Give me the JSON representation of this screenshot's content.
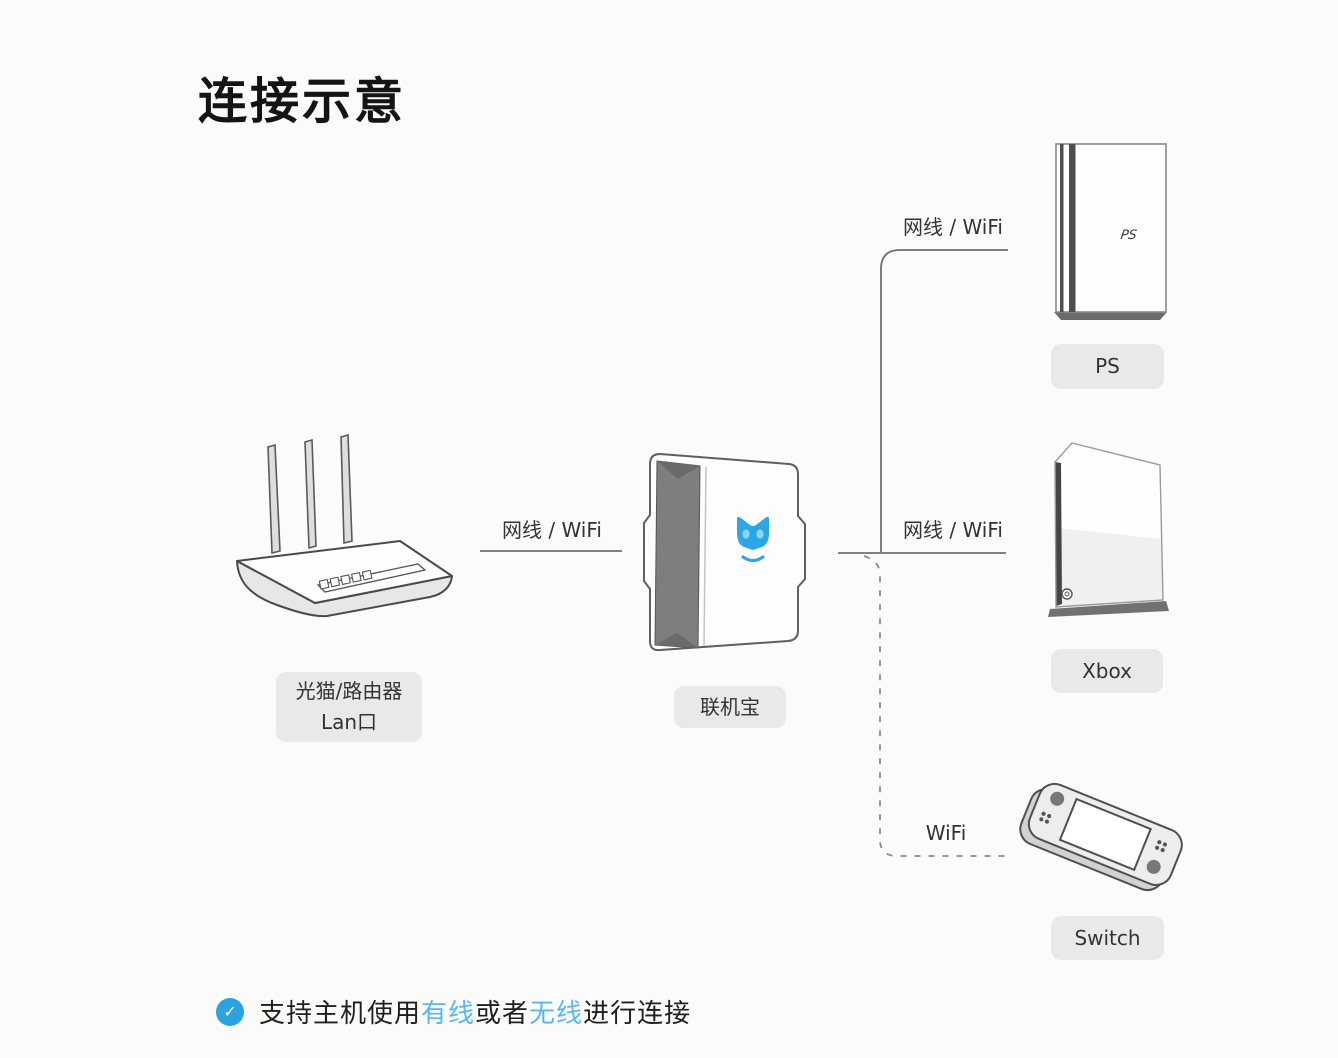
{
  "title": "连接示意",
  "nodes": {
    "router": {
      "label_line1": "光猫/路由器",
      "label_line2": "Lan口"
    },
    "hub": {
      "label": "联机宝"
    },
    "ps": {
      "label": "PS",
      "logo": "PS"
    },
    "xbox": {
      "label": "Xbox"
    },
    "switch": {
      "label": "Switch"
    }
  },
  "connections": [
    {
      "from": "光猫/路由器 Lan口",
      "to": "联机宝",
      "label": "网线 / WiFi",
      "style": "solid"
    },
    {
      "from": "联机宝",
      "to": "PS",
      "label": "网线 / WiFi",
      "style": "solid"
    },
    {
      "from": "联机宝",
      "to": "Xbox",
      "label": "网线 / WiFi",
      "style": "solid"
    },
    {
      "from": "联机宝",
      "to": "Switch",
      "label": "WiFi",
      "style": "dashed"
    }
  ],
  "footnote": {
    "check_icon": "✓",
    "segments": [
      {
        "text": "支持主机使用",
        "highlight": false
      },
      {
        "text": "有线",
        "highlight": true
      },
      {
        "text": "或者",
        "highlight": false
      },
      {
        "text": "无线",
        "highlight": true
      },
      {
        "text": "进行连接",
        "highlight": false
      }
    ]
  },
  "colors": {
    "background": "#FBFBFA",
    "accent_blue": "#2BA7E5",
    "highlight_text_blue": "#5AB6F2",
    "label_box_bg": "#E9E9E7",
    "line_gray": "#6F6F6F"
  }
}
